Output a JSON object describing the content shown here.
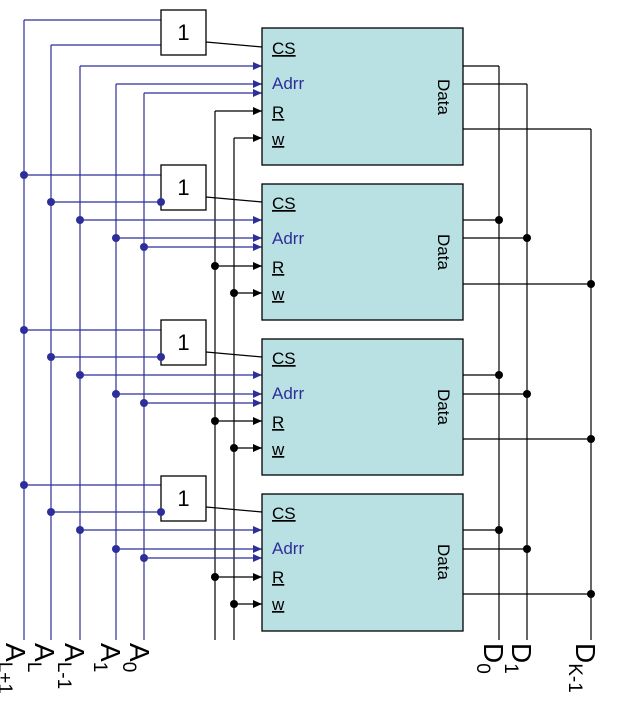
{
  "chip": {
    "cs_label": "CS",
    "addr_label": "Adrr",
    "r_label": "R",
    "w_label": "w",
    "data_label": "Data"
  },
  "gate": {
    "label": "1"
  },
  "address_pins": [
    {
      "main": "A",
      "sub": "L+1"
    },
    {
      "main": "A",
      "sub": "L"
    },
    {
      "main": "A",
      "sub": "L-1"
    },
    {
      "main": "A",
      "sub": "1"
    },
    {
      "main": "A",
      "sub": "0"
    }
  ],
  "data_pins": [
    {
      "main": "D",
      "sub": "0"
    },
    {
      "main": "D",
      "sub": "1"
    },
    {
      "main": "D",
      "sub": "K-1"
    }
  ],
  "colors": {
    "address_bus": "#2e2e9a",
    "chip_fill": "#b9e0e2",
    "wire": "#000000"
  }
}
